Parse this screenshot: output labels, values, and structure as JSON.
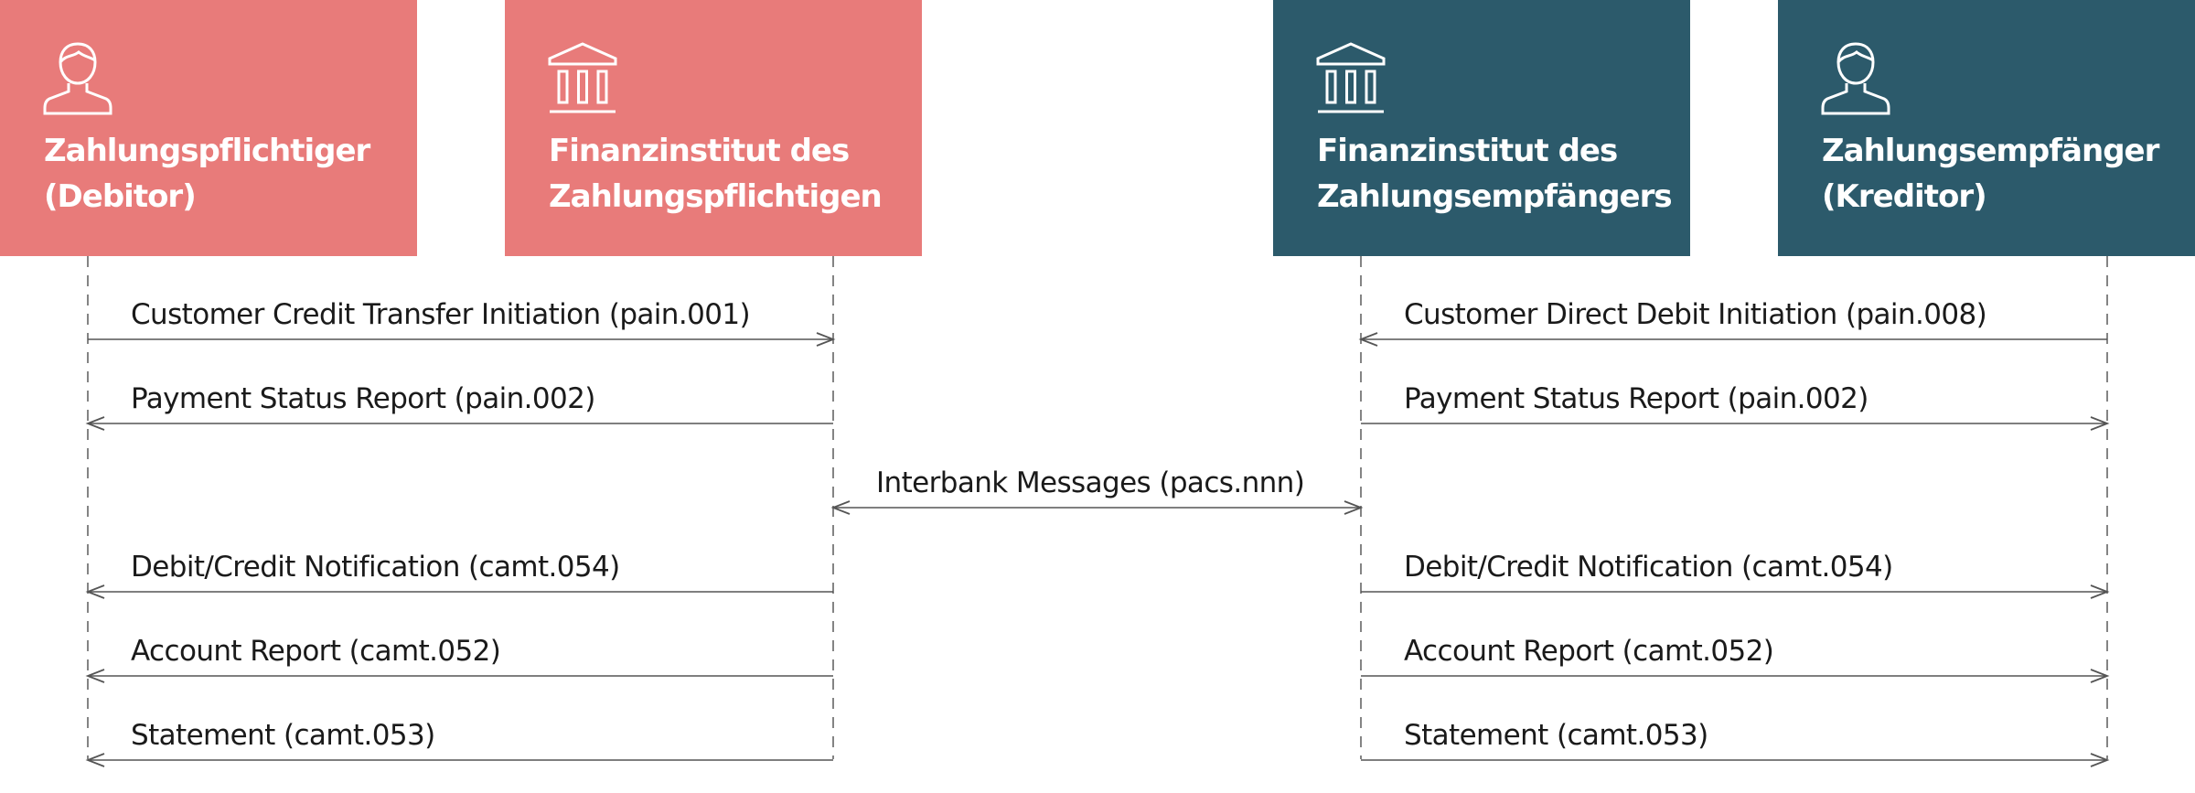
{
  "actors": [
    {
      "id": "debtor",
      "icon": "person-icon",
      "line1": "Zahlungspflichtiger",
      "line2": "(Debitor)",
      "color": "#e87b7a"
    },
    {
      "id": "debtor-bank",
      "icon": "bank-icon",
      "line1": "Finanzinstitut des",
      "line2": "Zahlungspflichtigen",
      "color": "#e87b7a"
    },
    {
      "id": "creditor-bank",
      "icon": "bank-icon",
      "line1": "Finanzinstitut des",
      "line2": "Zahlungsempfängers",
      "color": "#2c5a6b"
    },
    {
      "id": "creditor",
      "icon": "person-icon",
      "line1": "Zahlungsempfänger",
      "line2": "(Kreditor)",
      "color": "#2c5a6b"
    }
  ],
  "messages": [
    {
      "from": "debtor",
      "to": "debtor-bank",
      "label": "Customer Credit Transfer Initiation (pain.001)"
    },
    {
      "from": "debtor-bank",
      "to": "debtor",
      "label": "Payment Status Report (pain.002)"
    },
    {
      "from": "debtor-bank",
      "to": "debtor",
      "label": "Debit/Credit Notification (camt.054)"
    },
    {
      "from": "debtor-bank",
      "to": "debtor",
      "label": "Account Report (camt.052)"
    },
    {
      "from": "debtor-bank",
      "to": "debtor",
      "label": "Statement (camt.053)"
    },
    {
      "from": "debtor-bank",
      "to": "creditor-bank",
      "bidirectional": true,
      "label": "Interbank Messages (pacs.nnn)"
    },
    {
      "from": "creditor",
      "to": "creditor-bank",
      "label": "Customer Direct Debit Initiation (pain.008)"
    },
    {
      "from": "creditor-bank",
      "to": "creditor",
      "label": "Payment Status Report (pain.002)"
    },
    {
      "from": "creditor-bank",
      "to": "creditor",
      "label": "Debit/Credit Notification (camt.054)"
    },
    {
      "from": "creditor-bank",
      "to": "creditor",
      "label": "Account Report (camt.052)"
    },
    {
      "from": "creditor-bank",
      "to": "creditor",
      "label": "Statement (camt.053)"
    }
  ]
}
